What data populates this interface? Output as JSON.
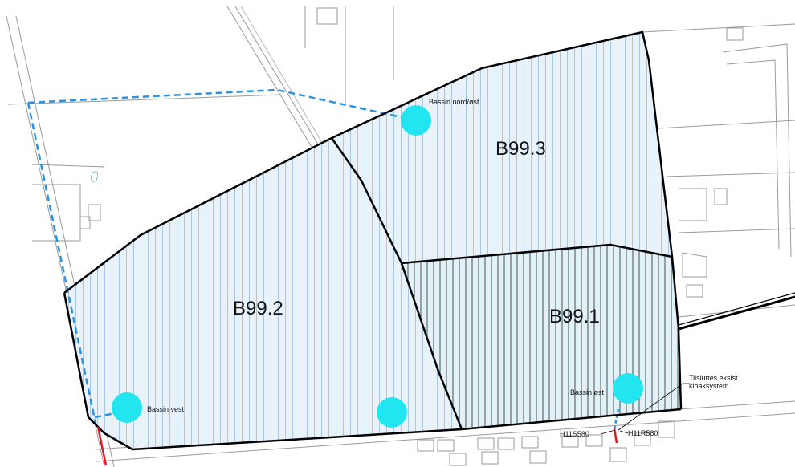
{
  "map": {
    "areas": [
      {
        "id": "B99.1",
        "label": "B99.1"
      },
      {
        "id": "B99.2",
        "label": "B99.2"
      },
      {
        "id": "B99.3",
        "label": "B99.3"
      }
    ],
    "basins": {
      "north_east": "Bassin nord/øst",
      "west": "Bassin vest",
      "east": "Bassin øst"
    },
    "connection_note": {
      "line1": "Tilsluttes eksist.",
      "line2": "kloaksystem"
    },
    "manholes": {
      "outlet_a": "H11S580",
      "outlet_b": "H11R580"
    },
    "colors": {
      "boundary": "#000000",
      "hatch_light": "#a8c8e8",
      "hatch_dark": "#2b5a68",
      "fill_area": "#e8f1f8",
      "basin": "#22e5f0",
      "pipe_planned": "#2a93e0",
      "pipe_existing": "#e0141e",
      "base_lines": "#9a9a9a"
    }
  }
}
